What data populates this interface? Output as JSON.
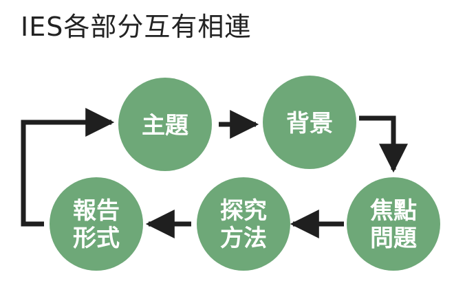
{
  "title": "IES各部分互有相連",
  "colors": {
    "node_fill": "#6ea878",
    "arrow": "#1f1f1f",
    "text": "#ffffff"
  },
  "nodes": [
    {
      "id": "topic",
      "lines": [
        "主題"
      ]
    },
    {
      "id": "background",
      "lines": [
        "背景"
      ]
    },
    {
      "id": "focus",
      "lines": [
        "焦點",
        "問題"
      ]
    },
    {
      "id": "method",
      "lines": [
        "探究",
        "方法"
      ]
    },
    {
      "id": "report",
      "lines": [
        "報告",
        "形式"
      ]
    }
  ],
  "edges": [
    {
      "from": "topic",
      "to": "background"
    },
    {
      "from": "background",
      "to": "focus"
    },
    {
      "from": "focus",
      "to": "method"
    },
    {
      "from": "method",
      "to": "report"
    },
    {
      "from": "report",
      "to": "topic"
    }
  ]
}
